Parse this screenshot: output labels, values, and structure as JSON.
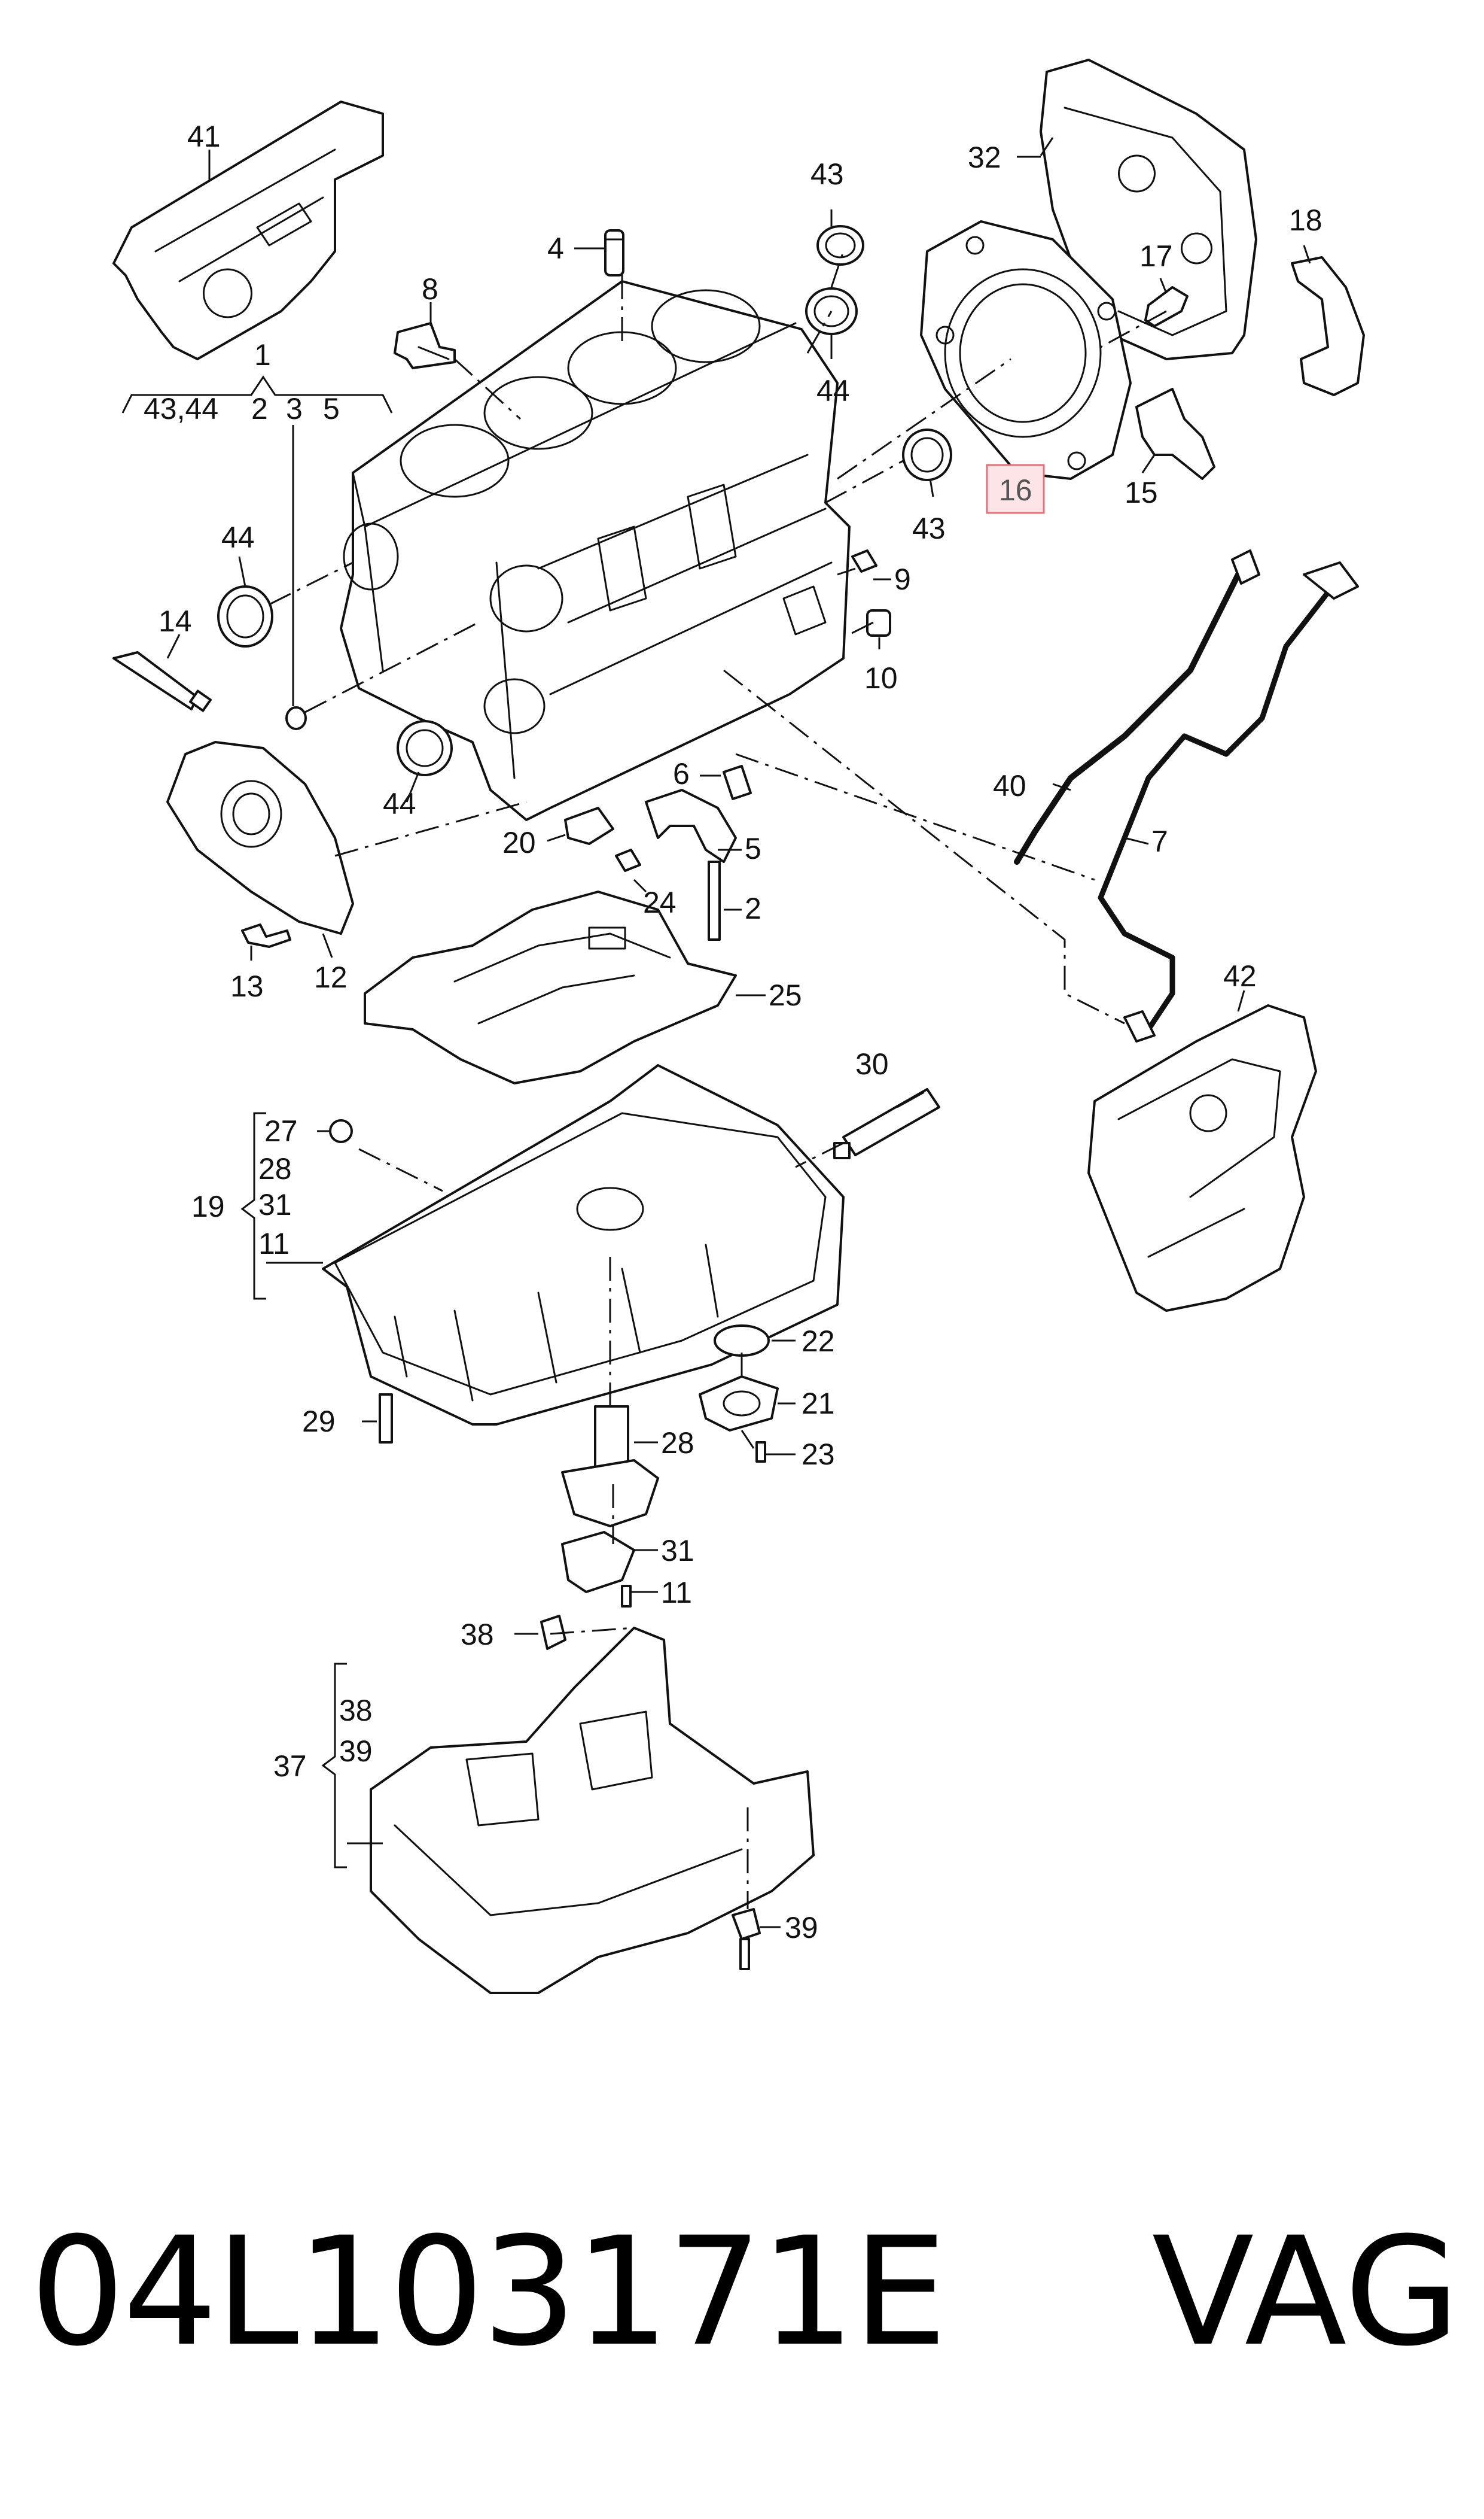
{
  "callouts": {
    "c1": "1",
    "c1_list_a": "43,44",
    "c1_list_b": "2",
    "c1_list_c": "3",
    "c1_list_d": "5",
    "c2": "2",
    "c3": "3",
    "c4": "4",
    "c5": "5",
    "c6": "6",
    "c7": "7",
    "c8": "8",
    "c9": "9",
    "c10": "10",
    "c11a": "11",
    "c11b": "11",
    "c12": "12",
    "c13": "13",
    "c14": "14",
    "c15": "15",
    "c16": "16",
    "c17": "17",
    "c18": "18",
    "c19": "19",
    "c20": "20",
    "c21": "21",
    "c22": "22",
    "c23": "23",
    "c24": "24",
    "c25": "25",
    "c27": "27",
    "c28a": "28",
    "c28b": "28",
    "c29": "29",
    "c30": "30",
    "c31a": "31",
    "c31b": "31",
    "c32": "32",
    "c37": "37",
    "c38a": "38",
    "c38b": "38",
    "c39a": "39",
    "c39b": "39",
    "c40": "40",
    "c41": "41",
    "c42": "42",
    "c43a": "43",
    "c43b": "43",
    "c44a": "44",
    "c44b": "44",
    "c44c": "44"
  },
  "highlight": {
    "color": "#fde4e6",
    "border": "#e0707a"
  },
  "footer": {
    "part_number": "04L103171E",
    "brand": "VAG"
  }
}
